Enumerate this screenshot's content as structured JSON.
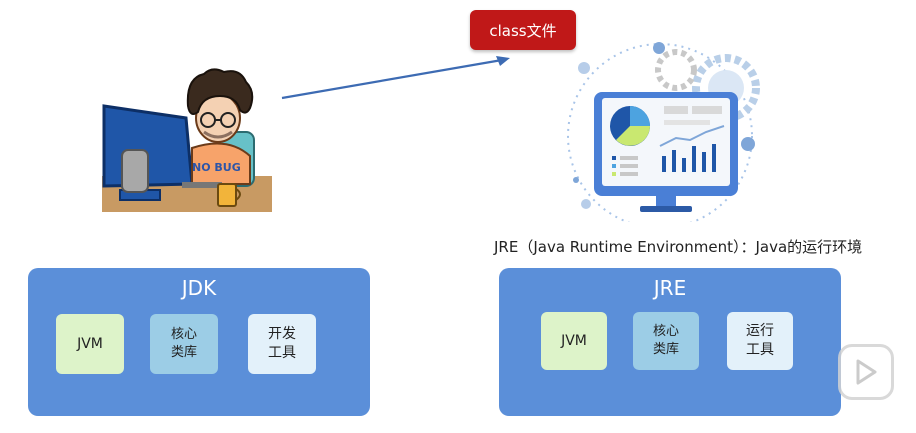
{
  "class_file_label": "class文件",
  "jre_caption": "JRE（Java Runtime Environment）：Java的运行环境",
  "jdk": {
    "title": "JDK",
    "jvm_label": "JVM",
    "core_lib_lines": [
      "核心",
      "类库"
    ],
    "dev_tools_lines": [
      "开发",
      "工具"
    ]
  },
  "jre": {
    "title": "JRE",
    "jvm_label": "JVM",
    "core_lib_lines": [
      "核心",
      "类库"
    ],
    "run_tools_lines": [
      "运行",
      "工具"
    ]
  },
  "shirt_text": "NO BUG",
  "colors": {
    "box_blue": "#5b8fd9",
    "jvm_green": "#ddf3c9",
    "lib_blue": "#9ccde6",
    "tool_light": "#e3f1fa",
    "badge_red": "#c01818",
    "arrow_blue": "#3d6bb3"
  },
  "icons": [
    "programmer-illustration",
    "monitor-analytics-illustration",
    "play-icon"
  ]
}
